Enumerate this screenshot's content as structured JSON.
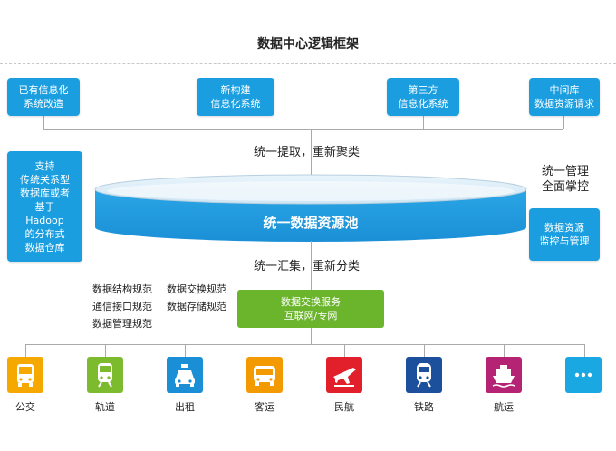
{
  "title": "数据中心逻辑框架",
  "sources": [
    {
      "label": "已有信息化\n系统改造"
    },
    {
      "label": "新构建\n信息化系统"
    },
    {
      "label": "第三方\n信息化系统"
    },
    {
      "label": "中间库\n数据资源请求"
    }
  ],
  "extract_label": "统一提取，重新聚类",
  "left_box": "支持\n传统关系型\n数据库或者\n基于\nHadoop\n的分布式\n数据仓库",
  "right_title": "统一管理\n全面掌控",
  "right_box": "数据资源\n监控与管理",
  "pool_label": "统一数据资源池",
  "collect_label": "统一汇集，重新分类",
  "standards": [
    "数据结构规范",
    "数据交换规范",
    "通信接口规范",
    "数据存储规范",
    "数据管理规范"
  ],
  "exchange_box": "数据交换服务\n互联网/专网",
  "terminals": [
    {
      "label": "公交",
      "icon": "bus-icon",
      "color": "#f5a800"
    },
    {
      "label": "轨道",
      "icon": "metro-icon",
      "color": "#7dbb2e"
    },
    {
      "label": "出租",
      "icon": "taxi-icon",
      "color": "#1b8fd6"
    },
    {
      "label": "客运",
      "icon": "coach-icon",
      "color": "#f39a00"
    },
    {
      "label": "民航",
      "icon": "airplane-icon",
      "color": "#e1202b"
    },
    {
      "label": "铁路",
      "icon": "train-icon",
      "color": "#1c4f9c"
    },
    {
      "label": "航运",
      "icon": "ship-icon",
      "color": "#b52474"
    },
    {
      "label": "",
      "icon": "more-icon",
      "color": "#1aa8e2"
    }
  ]
}
